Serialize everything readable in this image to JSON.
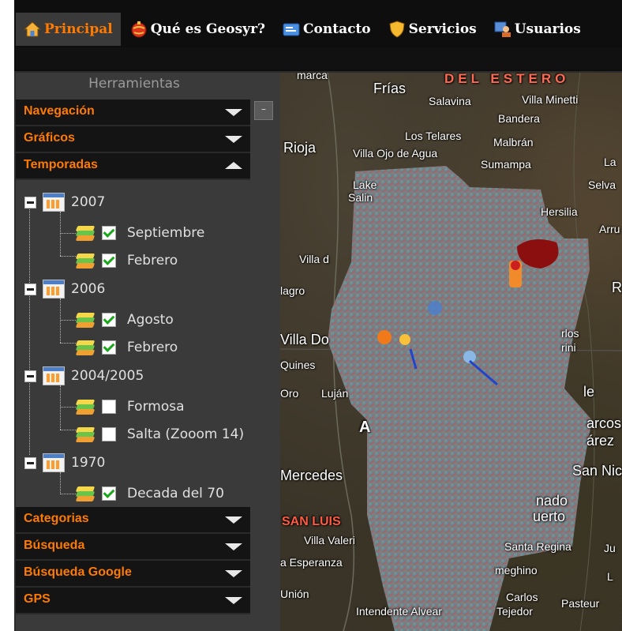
{
  "nav": {
    "items": [
      {
        "label": "Principal",
        "icon": "home-icon",
        "active": true
      },
      {
        "label": "Qué es Geosyr?",
        "icon": "globe-icon",
        "active": false
      },
      {
        "label": "Contacto",
        "icon": "contact-card-icon",
        "active": false
      },
      {
        "label": "Servicios",
        "icon": "shield-icon",
        "active": false
      },
      {
        "label": "Usuarios",
        "icon": "users-icon",
        "active": false
      }
    ]
  },
  "tools": {
    "title": "Herramientas",
    "collapse_label": "–",
    "sections_top": [
      {
        "label": "Navegación",
        "state": "collapsed"
      },
      {
        "label": "Gráficos",
        "state": "collapsed"
      },
      {
        "label": "Temporadas",
        "state": "expanded"
      }
    ],
    "tree": [
      {
        "year": "2007",
        "children": [
          {
            "label": "Septiembre",
            "checked": true
          },
          {
            "label": "Febrero",
            "checked": true
          }
        ]
      },
      {
        "year": "2006",
        "children": [
          {
            "label": "Agosto",
            "checked": true
          },
          {
            "label": "Febrero",
            "checked": true
          }
        ]
      },
      {
        "year": "2004/2005",
        "children": [
          {
            "label": "Formosa",
            "checked": false
          },
          {
            "label": "Salta (Zooom 14)",
            "checked": false
          }
        ]
      },
      {
        "year": "1970",
        "children": [
          {
            "label": "Decada del 70",
            "checked": true
          }
        ]
      }
    ],
    "sections_bottom": [
      {
        "label": "Categorias",
        "state": "collapsed"
      },
      {
        "label": "Búsqueda",
        "state": "collapsed"
      },
      {
        "label": "Búsqueda Google",
        "state": "collapsed"
      },
      {
        "label": "GPS",
        "state": "collapsed"
      }
    ]
  },
  "map": {
    "labels": {
      "l1": "Frías",
      "l2": "DEL ESTERO",
      "l3": "Salavina",
      "l4": "Villa Minetti",
      "l5": "Bandera",
      "l6": "Los Telares",
      "l7": "Malbrán",
      "l8": "Rioja",
      "l9": "Villa Ojo de Agua",
      "l10": "Sumampa",
      "l11": "La",
      "l12": "Selva",
      "l13": "Lake",
      "l14": "Salin",
      "l15": "Hersilia",
      "l16": "Arru",
      "l17": "Villa d",
      "l18": "lagro",
      "l19": "R",
      "l20": "Villa Do",
      "l21": "rlos",
      "l22": "rini",
      "l23": "Quines",
      "l24": "Oro",
      "l25": "Luján",
      "l26": "A",
      "l27": "le",
      "l28": "arcos",
      "l29": "árez",
      "l30": "Mercedes",
      "l31": "San Nico",
      "l32": "nado",
      "l33": "uerto",
      "l34": "SAN LUIS",
      "l35": "Villa Valeri",
      "l36": "Santa Regina",
      "l37": "Ju",
      "l38": "a Esperanza",
      "l39": "meghino",
      "l40": "L",
      "l41": "Unión",
      "l42": "Carlos",
      "l43": "Tejedor",
      "l44": "Pasteur",
      "l45": "Intendente Alvear",
      "l46": "marca"
    }
  }
}
